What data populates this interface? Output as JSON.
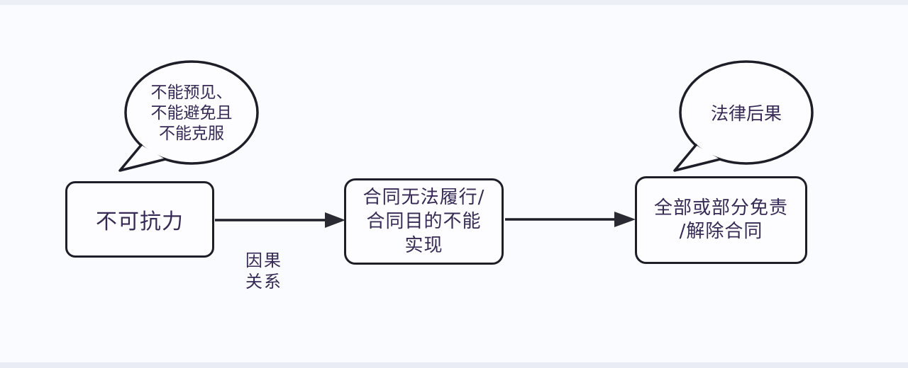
{
  "diagram": {
    "title": "force-majeure-legal-consequence-flowchart",
    "nodes": [
      {
        "id": "force-majeure",
        "label": "不可抗力"
      },
      {
        "id": "contract-impossible",
        "label": "合同无法履行/\n合同目的不能\n实现"
      },
      {
        "id": "exemption",
        "label": "全部或部分免责\n/解除合同"
      }
    ],
    "bubbles": [
      {
        "id": "definition",
        "attached_to": "force-majeure",
        "label": "不能预见、\n不能避免且\n不能克服"
      },
      {
        "id": "legal-consequence",
        "attached_to": "exemption",
        "label": "法律后果"
      }
    ],
    "edges": [
      {
        "from": "force-majeure",
        "to": "contract-impossible",
        "label": "因果\n关系"
      },
      {
        "from": "contract-impossible",
        "to": "exemption",
        "label": ""
      }
    ],
    "colors": {
      "ink": "#1e1e28",
      "text": "#362a54",
      "node_fill": "#fdfdff",
      "background": "#fafbff",
      "edge_band": "#edeff6"
    }
  }
}
